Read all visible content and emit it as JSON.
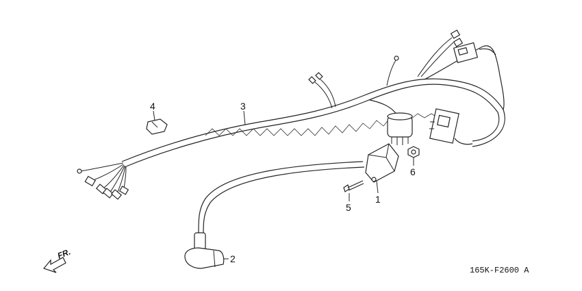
{
  "diagram": {
    "callouts": [
      {
        "id": "1",
        "text": "1"
      },
      {
        "id": "2",
        "text": "2"
      },
      {
        "id": "3",
        "text": "3"
      },
      {
        "id": "4",
        "text": "4"
      },
      {
        "id": "5",
        "text": "5"
      },
      {
        "id": "6",
        "text": "6"
      }
    ],
    "direction_label": "FR.",
    "drawing_code": "165K-F2600 A"
  },
  "colors": {
    "line": "#222222",
    "background": "#ffffff"
  }
}
